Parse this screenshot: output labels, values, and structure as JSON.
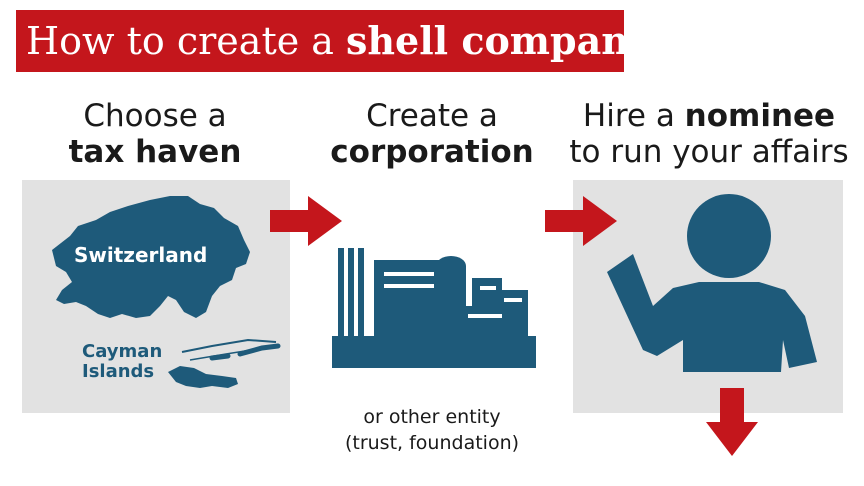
{
  "title": {
    "prefix": "How to create a ",
    "bold": "shell company"
  },
  "steps": [
    {
      "line1": "Choose a",
      "line2": "tax haven"
    },
    {
      "line1": "Create a",
      "line2": "corporation"
    },
    {
      "line1_prefix": "Hire a ",
      "line1_bold": "nominee",
      "line2": "to run your affairs"
    }
  ],
  "map": {
    "country": "Switzerland",
    "islands_line1": "Cayman",
    "islands_line2": "Islands"
  },
  "note": {
    "line1": "or other entity",
    "line2": "(trust, foundation)"
  },
  "colors": {
    "accent": "#c4161c",
    "icon": "#1e5a7a",
    "panel": "#e2e2e2"
  }
}
